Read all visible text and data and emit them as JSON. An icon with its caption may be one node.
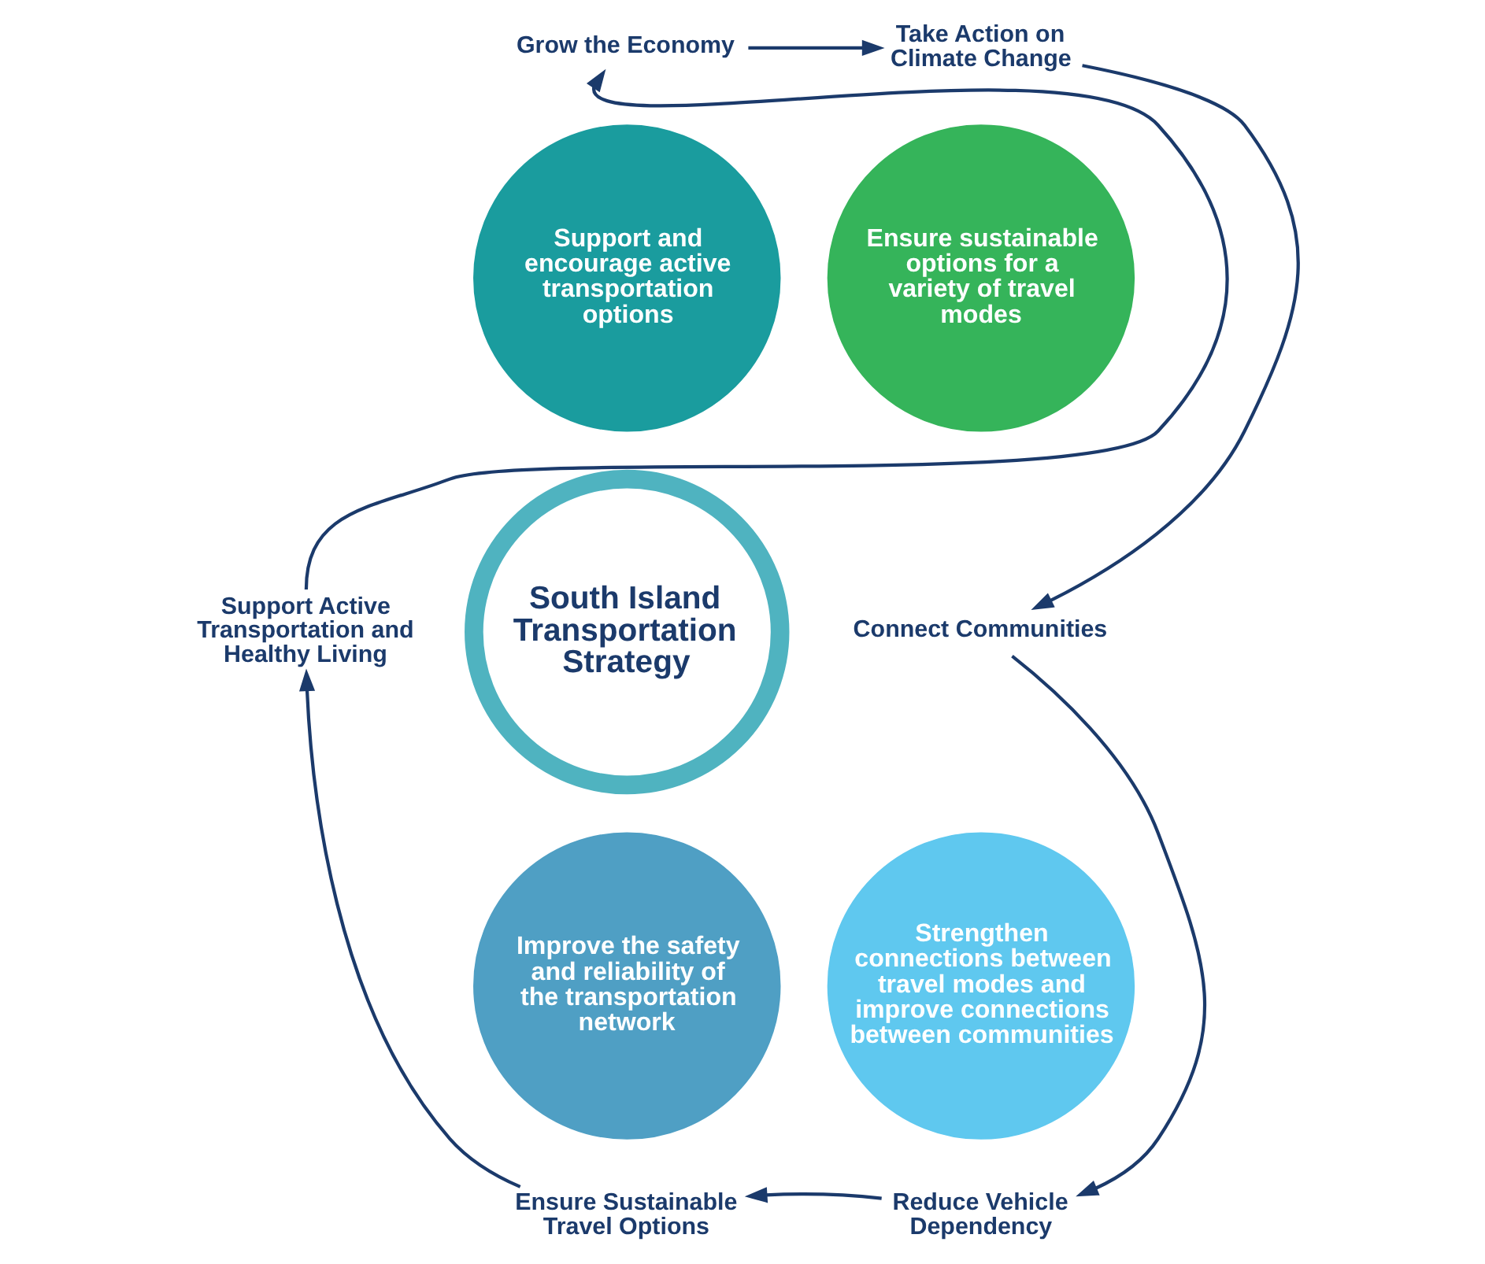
{
  "diagram": {
    "nodes": [
      {
        "text": [
          "Grow the Economy"
        ]
      },
      {
        "text": [
          "Take Action on Climate Change"
        ]
      },
      {
        "text": [
          "Connect Communities"
        ]
      },
      {
        "text": [
          "Reduce Vehicle Dependency"
        ]
      },
      {
        "text": [
          "Ensure Sustainable Travel Options"
        ]
      },
      {
        "text": [
          "Support Active Transportation and Healthy Living"
        ]
      },
      {
        "text": [
          "South Island Transportation Strategy"
        ]
      },
      {
        "text": [
          "Support and encourage active transportation options"
        ]
      },
      {
        "text": [
          "Ensure sustainable options for a variety of travel modes"
        ]
      },
      {
        "text": [
          "Strengthen connections between travel modes and improve connections between communities"
        ]
      },
      {
        "text": [
          "Improve the safety and reliability of the transportation network"
        ]
      }
    ],
    "edges": [
      {
        "from": 0,
        "to": 1,
        "arrow": "to"
      },
      {
        "from": 1,
        "to": 2,
        "arrow": "to"
      },
      {
        "from": 2,
        "to": 3,
        "arrow": "to"
      },
      {
        "from": 3,
        "to": 4,
        "arrow": "to"
      },
      {
        "from": 4,
        "to": 5,
        "arrow": "to"
      },
      {
        "from": 5,
        "to": 0,
        "arrow": "to"
      }
    ]
  }
}
